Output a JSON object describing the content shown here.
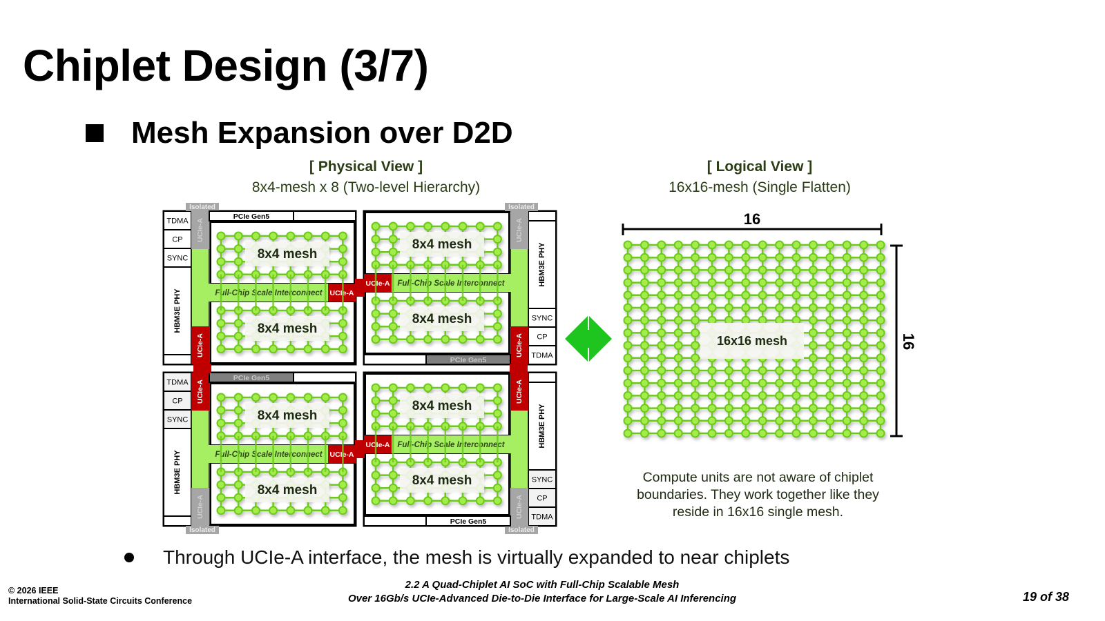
{
  "slide": {
    "title": "Chiplet Design (3/7)",
    "subheading": "Mesh Expansion over D2D",
    "bullet": "Through UCIe-A interface, the mesh is virtually expanded to near chiplets"
  },
  "physical_view": {
    "heading": "[ Physical View ]",
    "subheading": "8x4-mesh x 8 (Two-level Hierarchy)",
    "mesh_label": "8x4 mesh",
    "mesh_count": 8,
    "mesh_cols": 8,
    "mesh_rows": 4,
    "chiplets": [
      {
        "position": "top-left",
        "blocks": [
          "TDMA",
          "CP",
          "SYNC",
          "HBM3E PHY"
        ],
        "pcie_label": "PCIe Gen5",
        "pcie_active": true,
        "interconnect_label": "Full-Chip Scale Interconnect",
        "ucie_labels": [
          "UCIe-A",
          "UCIe-A",
          "UCIe-A"
        ],
        "isolated_label": "Isolated",
        "meshes": [
          "8x4 mesh",
          "8x4 mesh"
        ]
      },
      {
        "position": "top-right",
        "blocks": [
          "HBM3E PHY",
          "SYNC",
          "CP",
          "TDMA"
        ],
        "pcie_label": "PCIe Gen5",
        "pcie_active": false,
        "interconnect_label": "Full-Chip Scale Interconnect",
        "ucie_labels": [
          "UCIe-A",
          "UCIe-A",
          "UCIe-A"
        ],
        "isolated_label": "Isolated",
        "meshes": [
          "8x4 mesh",
          "8x4 mesh"
        ]
      },
      {
        "position": "bottom-left",
        "blocks": [
          "TDMA",
          "CP",
          "SYNC",
          "HBM3E PHY"
        ],
        "pcie_label": "PCIe Gen5",
        "pcie_active": false,
        "interconnect_label": "Full-Chip Scale Interconnect",
        "ucie_labels": [
          "UCIe-A",
          "UCIe-A",
          "UCIe-A"
        ],
        "isolated_label": "Isolated",
        "meshes": [
          "8x4 mesh",
          "8x4 mesh"
        ]
      },
      {
        "position": "bottom-right",
        "blocks": [
          "HBM3E PHY",
          "SYNC",
          "CP",
          "TDMA"
        ],
        "pcie_label": "PCIe Gen5",
        "pcie_active": true,
        "interconnect_label": "Full-Chip Scale Interconnect",
        "ucie_labels": [
          "UCIe-A",
          "UCIe-A",
          "UCIe-A"
        ],
        "isolated_label": "Isolated",
        "meshes": [
          "8x4 mesh",
          "8x4 mesh"
        ]
      }
    ]
  },
  "logical_view": {
    "heading": "[ Logical View ]",
    "subheading": "16x16-mesh (Single Flatten)",
    "mesh_label": "16x16 mesh",
    "cols": 16,
    "rows": 16,
    "width_dim_label": "16",
    "height_dim_label": "16",
    "caption": "Compute units are not aware of chiplet boundaries. They work together like they reside in 16x16 single mesh."
  },
  "arrow_icon": "double-headed-arrow-icon",
  "colors": {
    "mesh_green": "#6cc91e",
    "mesh_node_fill": "#a4ec4a",
    "interconnect_green": "#a6ef62",
    "ucie_active_red": "#c00000",
    "ucie_isolated_gray": "#a6a6a6",
    "pcie_inactive_gray": "#7f7f7f",
    "arrow_green": "#1ec51e"
  },
  "footer": {
    "copyright": "© 2026 IEEE",
    "conference": "International Solid-State Circuits Conference",
    "paper_line1": "2.2 A Quad-Chiplet AI SoC with Full-Chip Scalable Mesh",
    "paper_line2": "Over 16Gb/s UCIe-Advanced Die-to-Die Interface for Large-Scale AI Inferencing",
    "page": "19 of 38"
  }
}
